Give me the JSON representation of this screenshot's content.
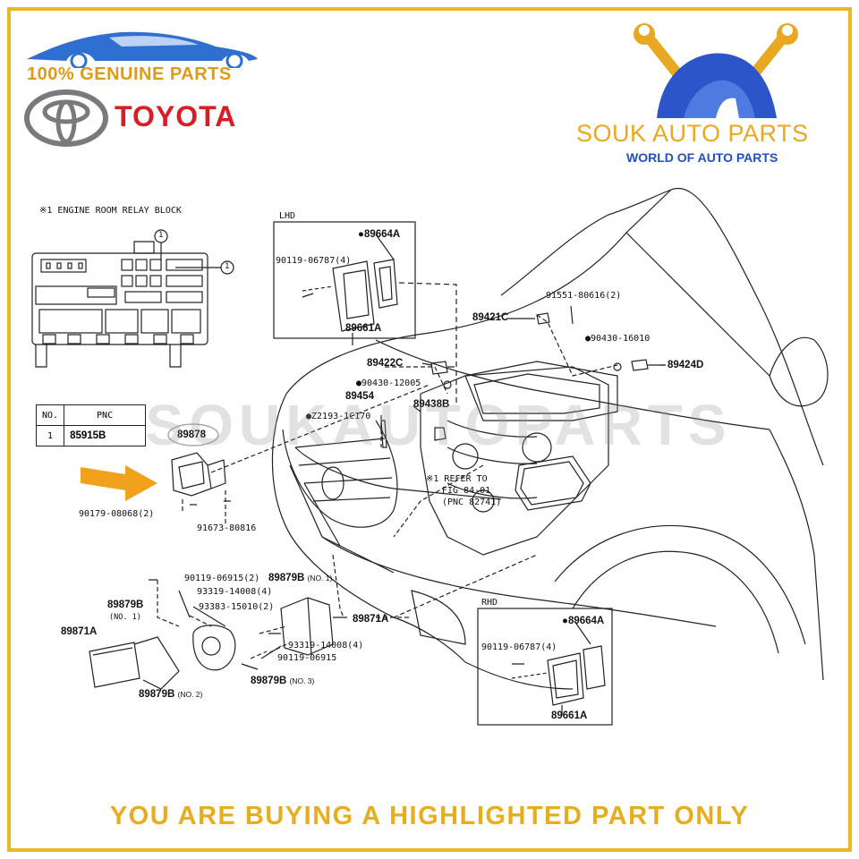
{
  "branding": {
    "genuine_text": "100% GENUINE PARTS",
    "brand_name": "TOYOTA",
    "store_name": "SOUK AUTO PARTS",
    "store_tagline": "WORLD OF AUTO PARTS",
    "watermark": "SOUKAUTOPARTS",
    "banner": "YOU ARE BUYING A HIGHLIGHTED PART ONLY",
    "colors": {
      "border": "#e8b920",
      "brand_red": "#d81e25",
      "store_gold": "#e9a821",
      "store_blue": "#1f4fc7",
      "highlight_arrow": "#f0a21c"
    }
  },
  "relay_block": {
    "title": "※1 ENGINE ROOM RELAY BLOCK",
    "callout_1": "1",
    "callout_2": "1",
    "table": {
      "col_no": "NO.",
      "col_pnc": "PNC",
      "row_no": "1",
      "row_pnc": "85915B"
    }
  },
  "lhd": {
    "title": "LHD",
    "part_a": "●89664A",
    "part_b": "90119-06787(4)",
    "part_c": "89661A"
  },
  "rhd": {
    "title": "RHD",
    "part_a": "●89664A",
    "part_b": "90119-06787(4)",
    "part_c": "89661A"
  },
  "parts": {
    "p89878": "89878",
    "p90179": "90179-08068(2)",
    "p91673": "91673-80816",
    "p91551": "91551-80616(2)",
    "p89421C": "89421C",
    "p90430_16010": "●90430-16010",
    "p89424D": "89424D",
    "p89422C": "89422C",
    "p90430_12005": "●90430-12005",
    "p89454": "89454",
    "p89438B": "89438B",
    "pZ2193": "●Z2193-1C170",
    "refer_1": "※1 REFER TO",
    "refer_2": "FIG 84-01",
    "refer_3": "(PNC 82741)",
    "p90119_06915_2": "90119-06915(2)",
    "p93319_2": "93319-14008(4)",
    "p93383": "93383-15010(2)",
    "p89879B_no1_top": "89879B",
    "p89879B_no1_top_sub": "(NO. 1)",
    "p89871A_right": "89871A",
    "p93319_1": "93319-14008(4)",
    "p90119_06915": "90119-06915",
    "p89879B_no3": "89879B",
    "p89879B_no3_sub": "(NO. 3)",
    "p89879B_left": "89879B",
    "p89879B_left_sub": "(NO. 1)",
    "p89871A_left": "89871A",
    "p89879B_no2": "89879B",
    "p89879B_no2_sub": "(NO. 2)"
  }
}
